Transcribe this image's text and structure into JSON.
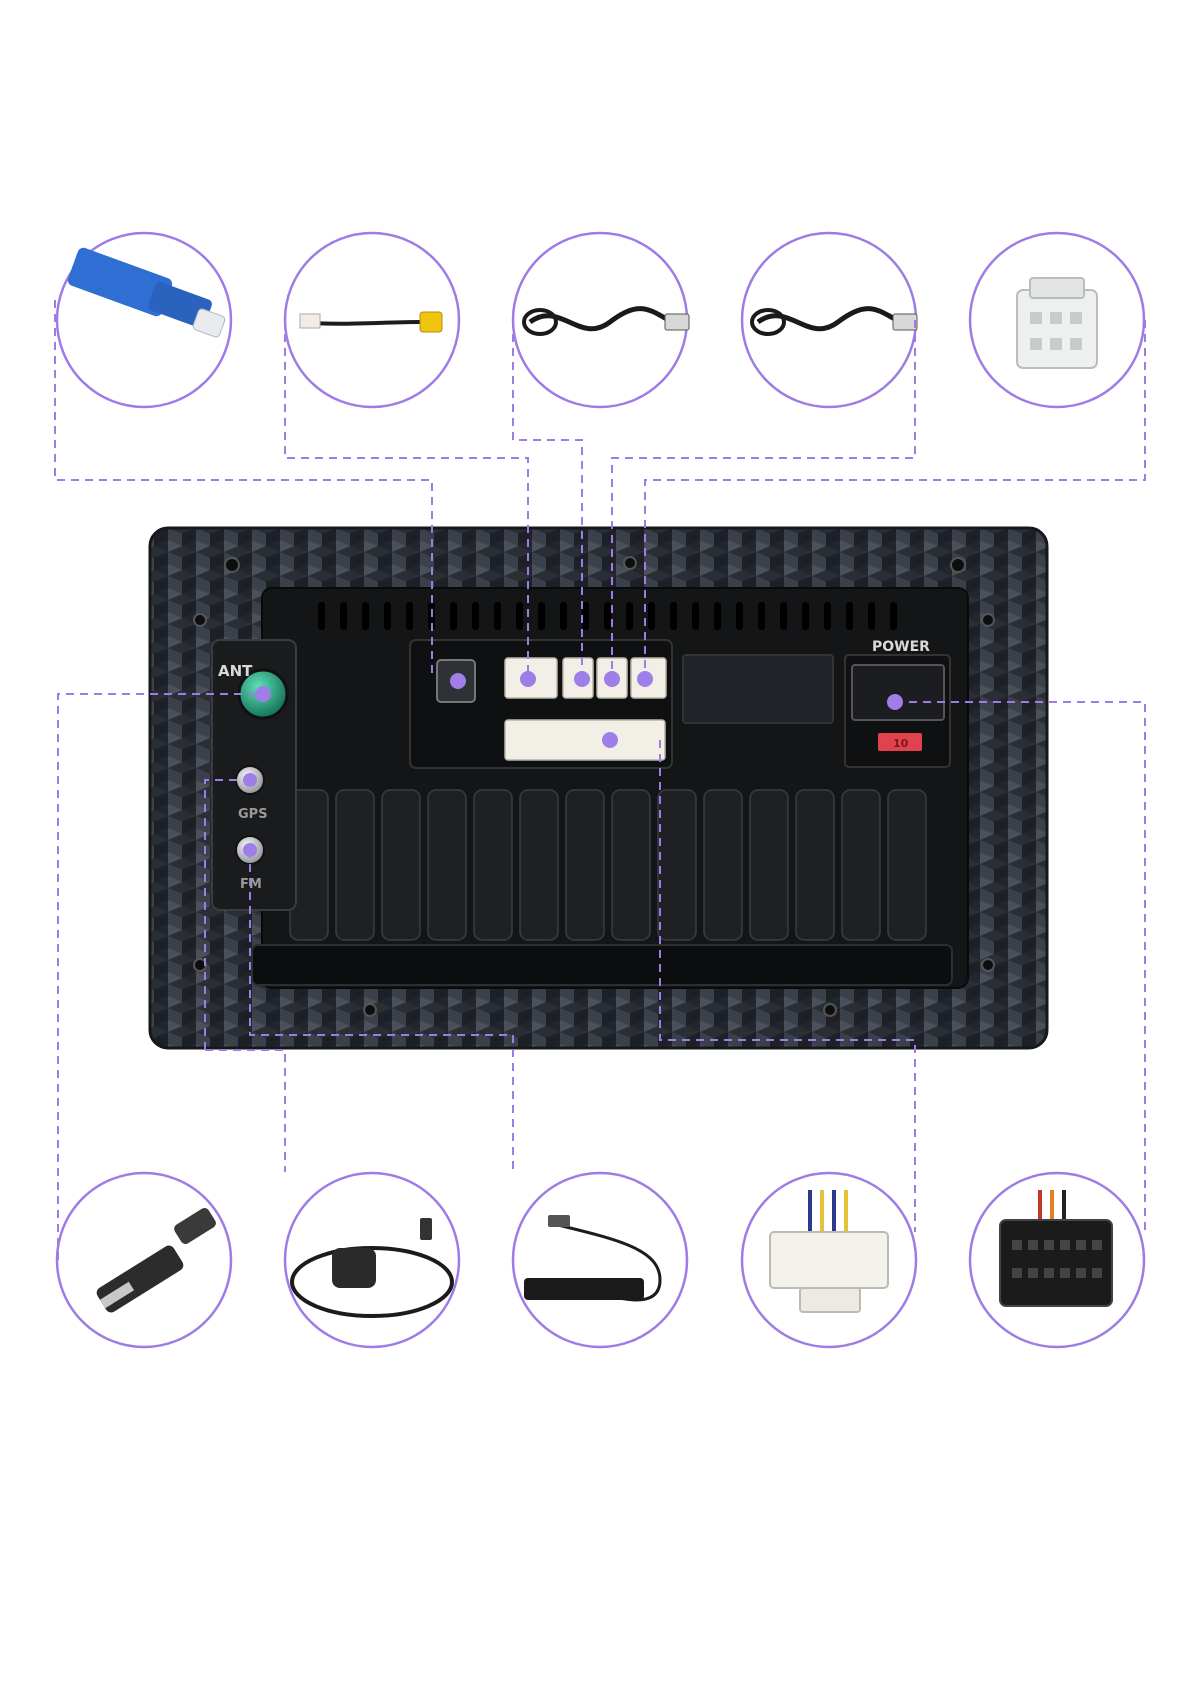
{
  "labels": {
    "antenna": "ANT",
    "gps": "GPS",
    "fm": "FM",
    "power": "POWER",
    "fuse": "10"
  },
  "colors": {
    "accent": "#9f7be6",
    "panel": "#2b2f36",
    "panel_dark": "#121315",
    "connector_white": "#f2efe6",
    "fuse_red": "#e2424d",
    "ant_green": "#1f9c74"
  },
  "accessories_top": [
    "optical-fiber-connector",
    "camera-rca-cable",
    "usb-cable-1",
    "usb-cable-2",
    "white-multi-pin-connector"
  ],
  "accessories_bottom": [
    "fm-antenna-adapter",
    "gps-antenna",
    "dab-antenna",
    "white-wiring-harness",
    "power-harness-connector"
  ]
}
